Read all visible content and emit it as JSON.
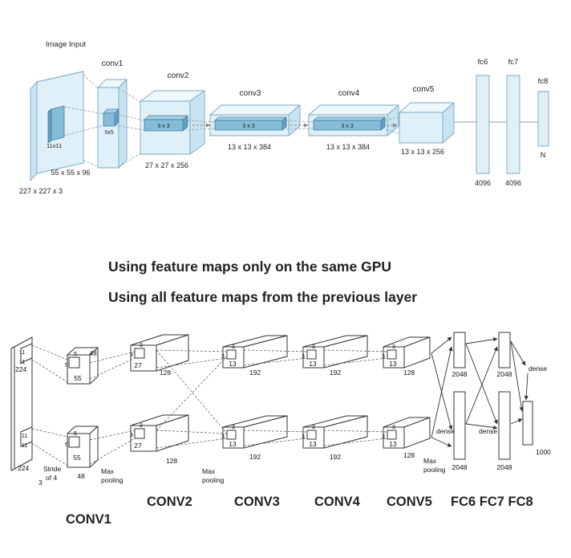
{
  "colors": {
    "red": "#ff0000",
    "blue": "#0070c0"
  },
  "top": {
    "input_label": "Image Input",
    "input_dims": "227 x 227 x 3",
    "input_patch": "11x11",
    "conv1": {
      "name": "conv1",
      "kernel": "5x5",
      "dims": "55 x 55 x 96"
    },
    "conv2": {
      "name": "conv2",
      "kernel": "3 x 3",
      "dims": "27 x 27 x 256"
    },
    "conv3": {
      "name": "conv3",
      "kernel": "3 x 3",
      "dims": "13 x 13 x 384"
    },
    "conv4": {
      "name": "conv4",
      "kernel": "3 x 3",
      "dims": "13 x 13 x 384"
    },
    "conv5": {
      "name": "conv5",
      "dims": "13 x 13 x 256"
    },
    "fc6": {
      "name": "fc6",
      "dims": "4096"
    },
    "fc7": {
      "name": "fc7",
      "dims": "4096"
    },
    "fc8": {
      "name": "fc8",
      "dims": "N"
    }
  },
  "captions": {
    "same_gpu": "Using feature maps only on the same GPU",
    "all_layers": "Using all feature maps from the previous layer"
  },
  "bottom": {
    "input": {
      "size": "224",
      "patch": "11",
      "channels": "3",
      "stride_line1": "Stride",
      "stride_line2": "of 4"
    },
    "conv1": {
      "map": "55",
      "depth": "48",
      "kernel": "5"
    },
    "conv2": {
      "map": "27",
      "depth": "128",
      "kernel": "3"
    },
    "conv3": {
      "map": "13",
      "depth": "192",
      "kernel": "3"
    },
    "conv4": {
      "map": "13",
      "depth": "192",
      "kernel": "3"
    },
    "conv5": {
      "map": "13",
      "depth": "128",
      "kernel": "3"
    },
    "pooling": {
      "line1": "Max",
      "line2": "pooling"
    },
    "fc": {
      "width": "2048",
      "dense": "dense",
      "output": "1000"
    },
    "tags": [
      {
        "label": "CONV1",
        "color": "#ff0000"
      },
      {
        "label": "CONV2",
        "color": "#ff0000"
      },
      {
        "label": "CONV3",
        "color": "#0070c0"
      },
      {
        "label": "CONV4",
        "color": "#ff0000"
      },
      {
        "label": "CONV5",
        "color": "#ff0000"
      },
      {
        "label": "FC6 FC7 FC8",
        "color": "#0070c0"
      }
    ]
  }
}
